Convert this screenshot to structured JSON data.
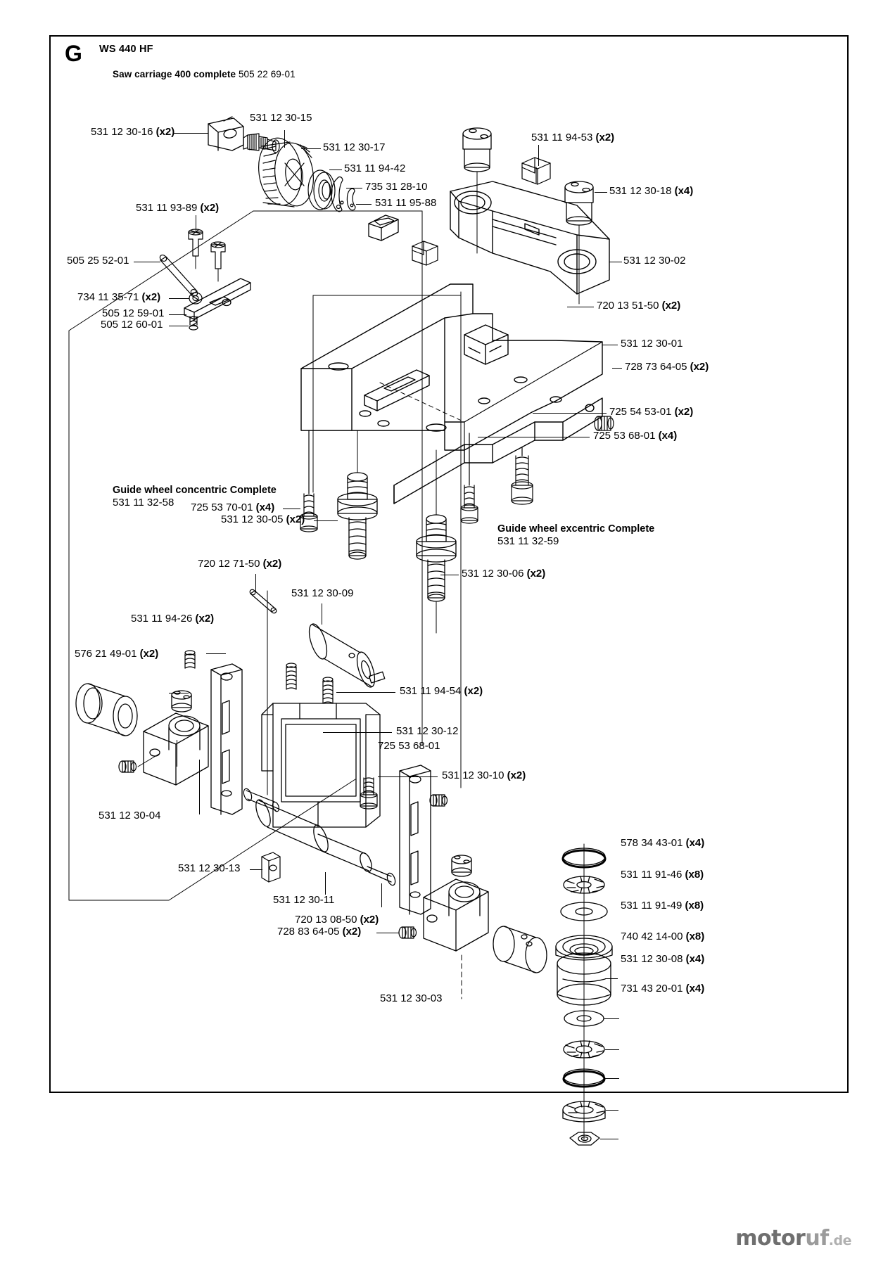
{
  "document": {
    "section_letter": "G",
    "model": "WS 440 HF",
    "subtitle_text": "Saw carriage 400 complete",
    "subtitle_part_number": "505 22 69-01",
    "watermark": {
      "part1": "motor",
      "part2": "uf",
      "part3": ".de"
    }
  },
  "groups": [
    {
      "title": "Guide wheel concentric Complete",
      "part_number": "531 11 32-58"
    },
    {
      "title": "Guide wheel excentric Complete",
      "part_number": "531 11 32-59"
    }
  ],
  "labels": [
    {
      "id": "l01",
      "text": "531 12 30-16",
      "qty": "(x2)"
    },
    {
      "id": "l02",
      "text": "531 12 30-15",
      "qty": ""
    },
    {
      "id": "l03",
      "text": "531 12 30-17",
      "qty": ""
    },
    {
      "id": "l04",
      "text": "531 11 94-42",
      "qty": ""
    },
    {
      "id": "l05",
      "text": "735 31 28-10",
      "qty": ""
    },
    {
      "id": "l06",
      "text": "531 11 95-88",
      "qty": ""
    },
    {
      "id": "l07",
      "text": "531 11 93-89",
      "qty": "(x2)"
    },
    {
      "id": "l08",
      "text": "505 25 52-01",
      "qty": ""
    },
    {
      "id": "l09",
      "text": "734 11 35-71",
      "qty": "(x2)"
    },
    {
      "id": "l10",
      "text": "505 12 59-01",
      "qty": ""
    },
    {
      "id": "l11",
      "text": "505 12 60-01",
      "qty": ""
    },
    {
      "id": "l12",
      "text": "531 11 94-53",
      "qty": "(x2)"
    },
    {
      "id": "l13",
      "text": "531 12 30-18",
      "qty": "(x4)"
    },
    {
      "id": "l14",
      "text": "531 12 30-02",
      "qty": ""
    },
    {
      "id": "l15",
      "text": "720 13 51-50",
      "qty": "(x2)"
    },
    {
      "id": "l16",
      "text": "531 12 30-01",
      "qty": ""
    },
    {
      "id": "l17",
      "text": "728 73 64-05",
      "qty": "(x2)"
    },
    {
      "id": "l18",
      "text": "725 54 53-01",
      "qty": "(x2)"
    },
    {
      "id": "l19",
      "text": "725 53 68-01",
      "qty": "(x4)"
    },
    {
      "id": "l20",
      "text": "725 53 70-01",
      "qty": "(x4)"
    },
    {
      "id": "l21",
      "text": "531 12 30-05",
      "qty": "(x2)"
    },
    {
      "id": "l22",
      "text": "531 12 30-06",
      "qty": "(x2)"
    },
    {
      "id": "l23",
      "text": "720 12 71-50",
      "qty": "(x2)"
    },
    {
      "id": "l24",
      "text": "531 12 30-09",
      "qty": ""
    },
    {
      "id": "l25",
      "text": "531 11 94-26",
      "qty": "(x2)"
    },
    {
      "id": "l26",
      "text": "576 21 49-01",
      "qty": "(x2)"
    },
    {
      "id": "l27",
      "text": "531 11 94-54",
      "qty": "(x2)"
    },
    {
      "id": "l28",
      "text": "531 12 30-12",
      "qty": ""
    },
    {
      "id": "l29",
      "text": "725 53 68-01",
      "qty": ""
    },
    {
      "id": "l30",
      "text": "531 12 30-10",
      "qty": "(x2)"
    },
    {
      "id": "l31",
      "text": "531 12 30-04",
      "qty": ""
    },
    {
      "id": "l32",
      "text": "531 12 30-13",
      "qty": ""
    },
    {
      "id": "l33",
      "text": "531 12 30-11",
      "qty": ""
    },
    {
      "id": "l34",
      "text": "720 13 08-50",
      "qty": "(x2)"
    },
    {
      "id": "l35",
      "text": "728 83 64-05",
      "qty": "(x2)"
    },
    {
      "id": "l36",
      "text": "531 12 30-03",
      "qty": ""
    },
    {
      "id": "l37",
      "text": "578 34 43-01",
      "qty": "(x4)"
    },
    {
      "id": "l38",
      "text": "531 11 91-46",
      "qty": "(x8)"
    },
    {
      "id": "l39",
      "text": "531 11 91-49",
      "qty": "(x8)"
    },
    {
      "id": "l40",
      "text": "740 42 14-00",
      "qty": "(x8)"
    },
    {
      "id": "l41",
      "text": "531 12 30-08",
      "qty": "(x4)"
    },
    {
      "id": "l42",
      "text": "731 43 20-01",
      "qty": "(x4)"
    }
  ]
}
